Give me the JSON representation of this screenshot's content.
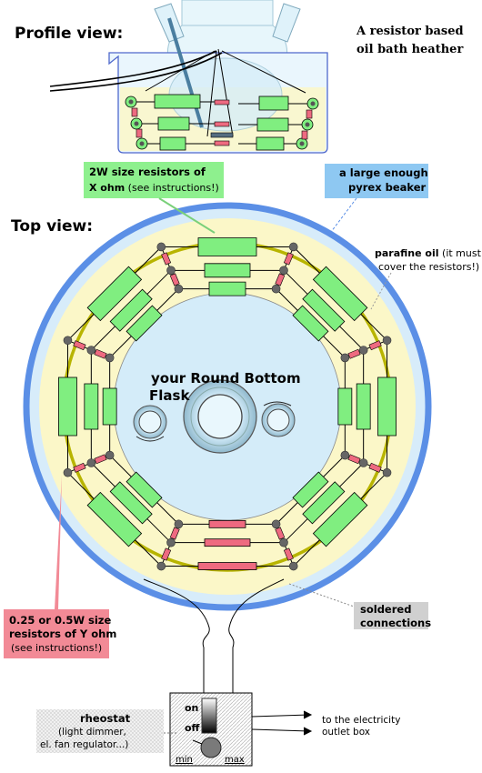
{
  "labels": {
    "profile_view": "Profile view:",
    "title_line1": "A resistor based",
    "title_line2": "oil bath heather",
    "top_view": "Top view:",
    "flask_line1": "your Round Bottom",
    "flask_line2": "Flask",
    "on": "on",
    "off": "off",
    "min": "min",
    "max": "max",
    "outlet_line1": "to the electricity",
    "outlet_line2": "outlet box"
  },
  "callouts": {
    "big_resistors": {
      "line1": "2W size resistors of",
      "line2_bold": "X ohm",
      "line2_rest": " (see instructions!)"
    },
    "beaker": {
      "line1": "a large enough",
      "line2": "pyrex beaker"
    },
    "oil": {
      "line1_bold": "parafine oil",
      "line1_rest": " (it must",
      "line2": "cover the resistors!)"
    },
    "small_resistors": {
      "line1": "0.25 or 0.5W size",
      "line2": "resistors of Y ohm",
      "line3": "(see instructions!)"
    },
    "soldered": {
      "line1": "soldered",
      "line2": "connections"
    },
    "rheostat": {
      "line1": "rheostat",
      "line2": "(light dimmer,",
      "line3": "el. fan regulator...)"
    }
  },
  "colors": {
    "beaker_ring": "#5b8fe6",
    "beaker_fill": "#d7ecfa",
    "oil": "#fbf7c8",
    "oil_ring": "#b8b400",
    "flask": "#d4ecf9",
    "big_resistor": "#80ee80",
    "small_resistor": "#ee6a80",
    "callout_green": "#8ef08e",
    "callout_blue": "#8ec8f2",
    "callout_red": "#f28a96",
    "callout_gray": "#d0d0d0"
  }
}
